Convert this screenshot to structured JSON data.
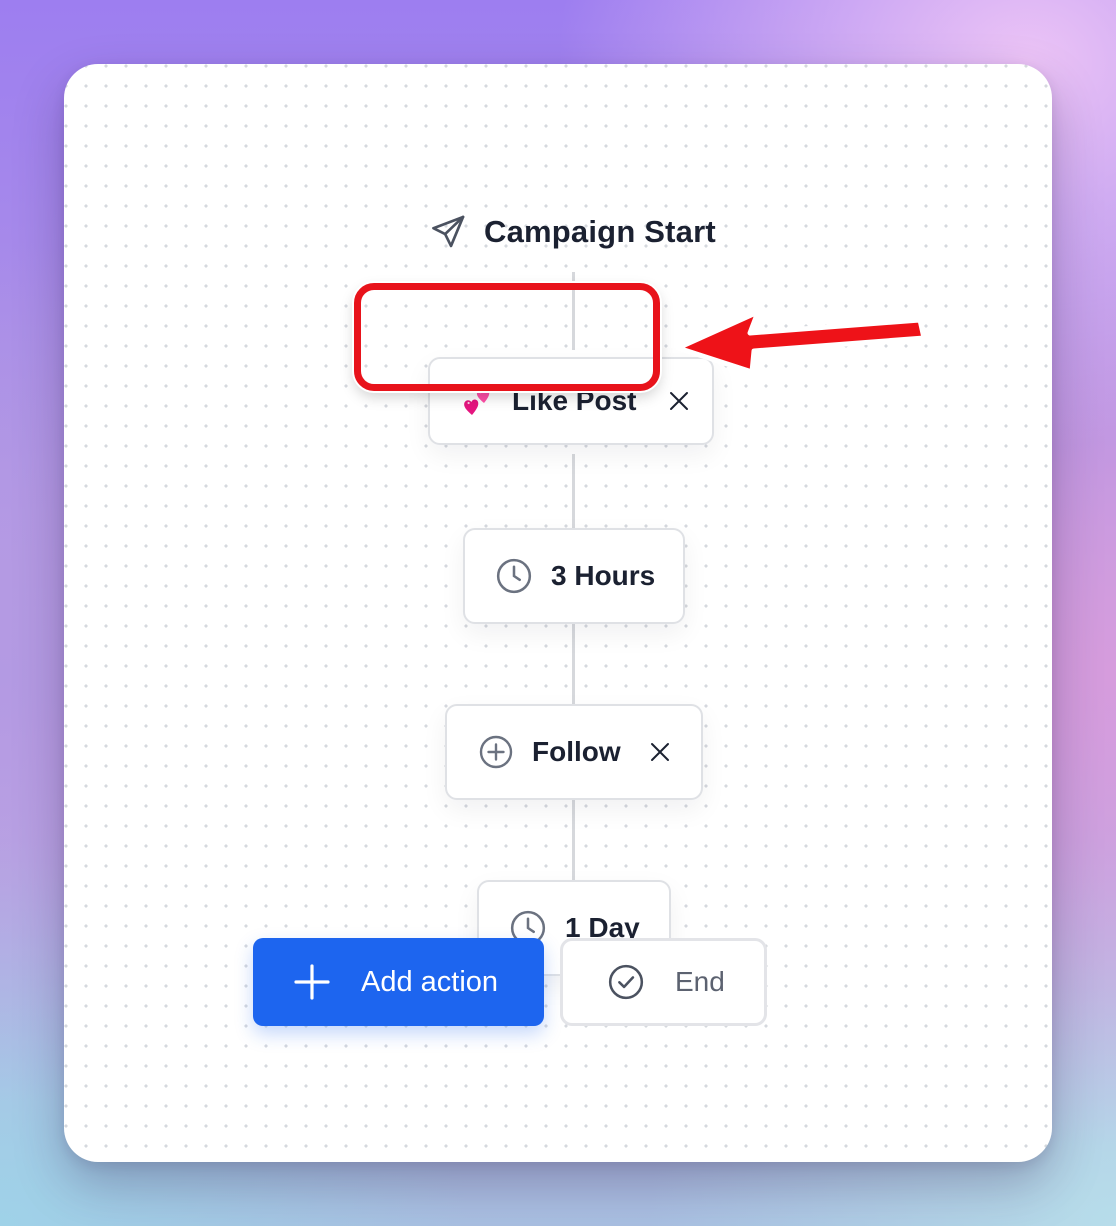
{
  "flow": {
    "start": {
      "label": "Campaign Start",
      "icon": "send-icon"
    },
    "steps": [
      {
        "label": "Like Post",
        "icon": "two-hearts-emoji",
        "removable": true,
        "highlighted": true
      },
      {
        "label": "3 Hours",
        "icon": "clock-icon",
        "removable": false
      },
      {
        "label": "Follow",
        "icon": "plus-circle-icon",
        "removable": true
      },
      {
        "label": "1 Day",
        "icon": "clock-icon",
        "removable": false
      }
    ],
    "add_action_label": "Add action",
    "end_label": "End"
  },
  "colors": {
    "accent": "#1d65ef",
    "highlight": "#e8131b",
    "text": "#1b2131",
    "muted_icon": "#6b7280"
  }
}
